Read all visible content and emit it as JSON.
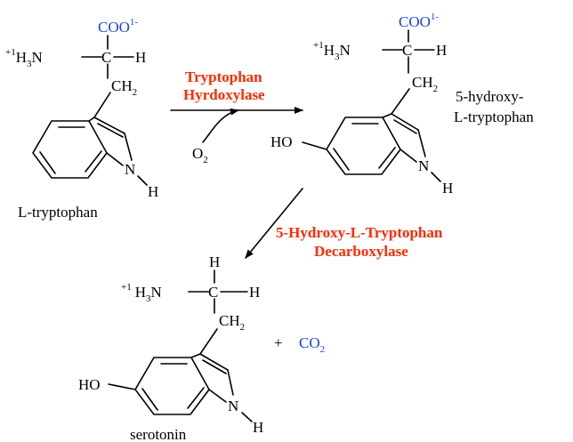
{
  "colors": {
    "enzyme_label": "#ff2a00",
    "blue_group": "#1f3fe0",
    "structure": "#000000",
    "background": "#ffffff"
  },
  "molecules": {
    "tryptophan": {
      "name": "L-tryptophan",
      "carboxyl": "COO",
      "carboxyl_charge": "1-",
      "amine_charge": "+1",
      "amine": "H",
      "amine_sub": "3",
      "amine_tail": "N",
      "alpha_h": "H",
      "ch2": "CH",
      "ch2_sub": "2",
      "ring_nh": "N",
      "ring_h": "H"
    },
    "hydroxytryptophan": {
      "name_line1": "5-hydroxy-",
      "name_line2": "L-tryptophan",
      "carboxyl": "COO",
      "carboxyl_charge": "1-",
      "amine_charge": "+1",
      "amine": "H",
      "amine_sub": "3",
      "amine_tail": "N",
      "alpha_h": "H",
      "ch2": "CH",
      "ch2_sub": "2",
      "hydroxyl": "HO",
      "ring_nh": "N",
      "ring_h": "H"
    },
    "serotonin": {
      "name": "serotonin",
      "top_h": "H",
      "amine_charge": "+1",
      "amine": "H",
      "amine_sub": "3",
      "amine_tail": "N",
      "alpha_h": "H",
      "alpha_c": "C",
      "ch2": "CH",
      "ch2_sub": "2",
      "hydroxyl": "HO",
      "ring_nh": "N",
      "ring_h": "H"
    }
  },
  "reactions": {
    "step1": {
      "enzyme_line1": "Tryptophan",
      "enzyme_line2": "Hyrdoxylase",
      "cosubstrate": "O",
      "cosubstrate_sub": "2"
    },
    "step2": {
      "enzyme_line1": "5-Hydroxy-L-Tryptophan",
      "enzyme_line2": "Decarboxylase"
    },
    "byproduct": {
      "plus": "+",
      "formula": "CO",
      "formula_sub": "2"
    }
  }
}
